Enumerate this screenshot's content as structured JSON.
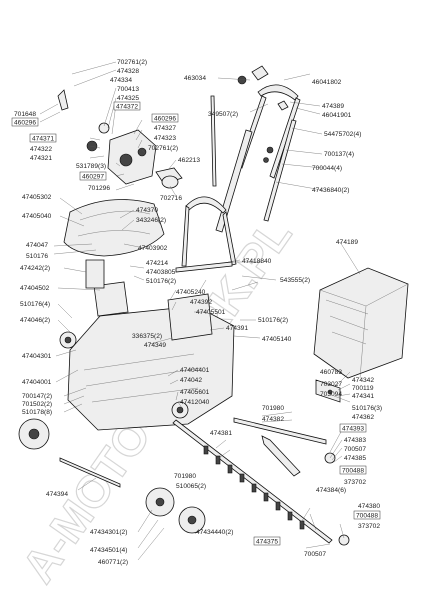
{
  "watermark": "A-MOTO-KLERK.PL",
  "labels": [
    {
      "text": "702761(2)",
      "boxed": false
    },
    {
      "text": "474328",
      "boxed": false
    },
    {
      "text": "474334",
      "boxed": false
    },
    {
      "text": "700413",
      "boxed": false
    },
    {
      "text": "474325",
      "boxed": false
    },
    {
      "text": "474372",
      "boxed": true
    },
    {
      "text": "701648",
      "boxed": false
    },
    {
      "text": "460296",
      "boxed": true
    },
    {
      "text": "460296",
      "boxed": true
    },
    {
      "text": "474327",
      "boxed": false
    },
    {
      "text": "474371",
      "boxed": true
    },
    {
      "text": "474323",
      "boxed": false
    },
    {
      "text": "474322",
      "boxed": false
    },
    {
      "text": "702761(2)",
      "boxed": false
    },
    {
      "text": "474321",
      "boxed": false
    },
    {
      "text": "531789(3)",
      "boxed": false
    },
    {
      "text": "462213",
      "boxed": false
    },
    {
      "text": "460297",
      "boxed": true
    },
    {
      "text": "701296",
      "boxed": false
    },
    {
      "text": "47405302",
      "boxed": false
    },
    {
      "text": "702716",
      "boxed": false
    },
    {
      "text": "474370",
      "boxed": false
    },
    {
      "text": "47405040",
      "boxed": false
    },
    {
      "text": "343246(2)",
      "boxed": false
    },
    {
      "text": "474047",
      "boxed": false
    },
    {
      "text": "47403902",
      "boxed": false
    },
    {
      "text": "510176",
      "boxed": false
    },
    {
      "text": "474214",
      "boxed": false
    },
    {
      "text": "474242(2)",
      "boxed": false
    },
    {
      "text": "47403805",
      "boxed": false
    },
    {
      "text": "510176(2)",
      "boxed": false
    },
    {
      "text": "47404502",
      "boxed": false
    },
    {
      "text": "47405240",
      "boxed": false
    },
    {
      "text": "510176(4)",
      "boxed": false
    },
    {
      "text": "474392",
      "boxed": false
    },
    {
      "text": "47405501",
      "boxed": false
    },
    {
      "text": "510176(2)",
      "boxed": false
    },
    {
      "text": "474046(2)",
      "boxed": false
    },
    {
      "text": "474391",
      "boxed": false
    },
    {
      "text": "336375(2)",
      "boxed": false
    },
    {
      "text": "474349",
      "boxed": false
    },
    {
      "text": "47405140",
      "boxed": false
    },
    {
      "text": "47404301",
      "boxed": false
    },
    {
      "text": "47404401",
      "boxed": false
    },
    {
      "text": "47404001",
      "boxed": false
    },
    {
      "text": "474042",
      "boxed": false
    },
    {
      "text": "700147(2)",
      "boxed": false
    },
    {
      "text": "47405601",
      "boxed": false
    },
    {
      "text": "701502(2)",
      "boxed": false
    },
    {
      "text": "47412040",
      "boxed": false
    },
    {
      "text": "510178(8)",
      "boxed": false
    },
    {
      "text": "463034",
      "boxed": false
    },
    {
      "text": "46041802",
      "boxed": false
    },
    {
      "text": "349507(2)",
      "boxed": false
    },
    {
      "text": "474389",
      "boxed": false
    },
    {
      "text": "46041901",
      "boxed": false
    },
    {
      "text": "54475702(4)",
      "boxed": false
    },
    {
      "text": "700137(4)",
      "boxed": false
    },
    {
      "text": "700044(4)",
      "boxed": false
    },
    {
      "text": "47436840(2)",
      "boxed": false
    },
    {
      "text": "474189",
      "boxed": false
    },
    {
      "text": "47418840",
      "boxed": false
    },
    {
      "text": "543555(2)",
      "boxed": false
    },
    {
      "text": "460783",
      "boxed": false
    },
    {
      "text": "474342",
      "boxed": false
    },
    {
      "text": "700119",
      "boxed": false
    },
    {
      "text": "703027",
      "boxed": false
    },
    {
      "text": "474341",
      "boxed": false
    },
    {
      "text": "703094",
      "boxed": false
    },
    {
      "text": "510176(3)",
      "boxed": false
    },
    {
      "text": "474362",
      "boxed": false
    },
    {
      "text": "701980",
      "boxed": false
    },
    {
      "text": "474381",
      "boxed": false
    },
    {
      "text": "474382",
      "boxed": false
    },
    {
      "text": "474393",
      "boxed": true
    },
    {
      "text": "474383",
      "boxed": false
    },
    {
      "text": "700507",
      "boxed": false
    },
    {
      "text": "474385",
      "boxed": false
    },
    {
      "text": "700488",
      "boxed": true
    },
    {
      "text": "373702",
      "boxed": false
    },
    {
      "text": "474384(6)",
      "boxed": false
    },
    {
      "text": "701980",
      "boxed": false
    },
    {
      "text": "510065(2)",
      "boxed": false
    },
    {
      "text": "474394",
      "boxed": false
    },
    {
      "text": "47434301(2)",
      "boxed": false
    },
    {
      "text": "47434440(2)",
      "boxed": false
    },
    {
      "text": "474380",
      "boxed": false
    },
    {
      "text": "700488",
      "boxed": true
    },
    {
      "text": "373702",
      "boxed": false
    },
    {
      "text": "474375",
      "boxed": true
    },
    {
      "text": "700507",
      "boxed": false
    },
    {
      "text": "47434501(4)",
      "boxed": false
    },
    {
      "text": "460771(2)",
      "boxed": false
    }
  ]
}
